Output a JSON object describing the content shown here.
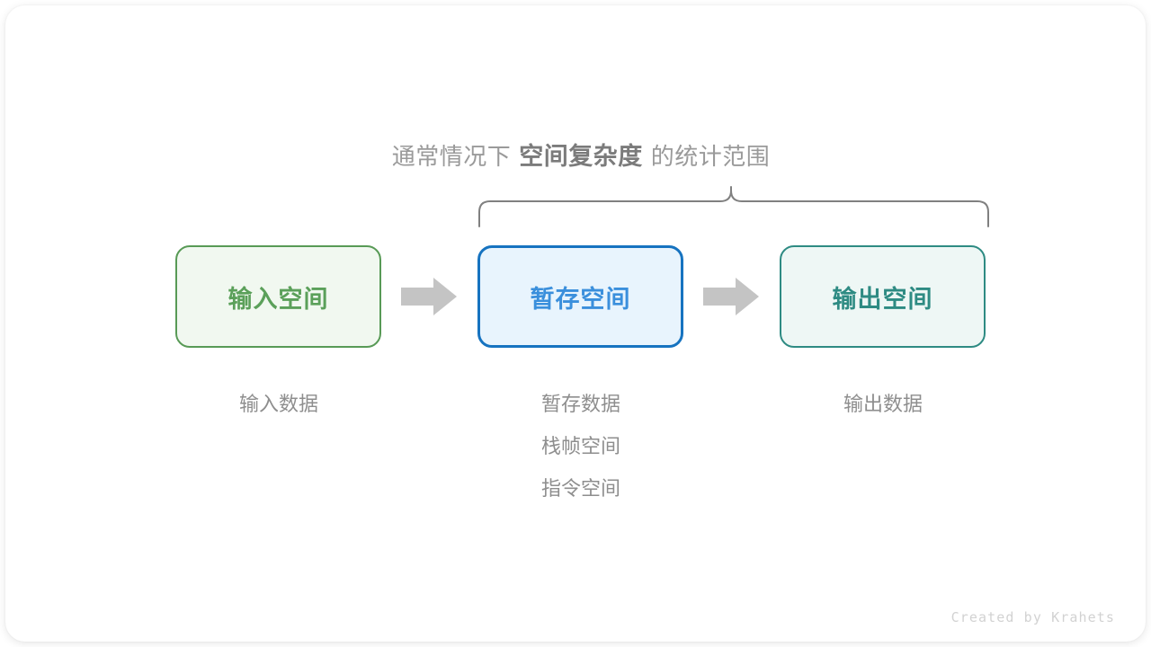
{
  "canvas": {
    "background": "#ffffff",
    "card_background": "#ffffff"
  },
  "heading": {
    "prefix": "通常情况下",
    "emphasis": "空间复杂度",
    "suffix": "的统计范围",
    "color": "#9a9a9a",
    "emphasis_color": "#7b7b7b"
  },
  "brace": {
    "name": "curly-brace-span",
    "color": "#808080",
    "spans_boxes": [
      "暂存空间",
      "输出空间"
    ]
  },
  "boxes": [
    {
      "id": "input",
      "label": "输入空间",
      "border_color": "#589a56",
      "fill_color": "#f1f8f0",
      "text_color": "#5ba05a"
    },
    {
      "id": "temp",
      "label": "暂存空间",
      "border_color": "#1673c0",
      "fill_color": "#e8f4fd",
      "text_color": "#3a8fdc"
    },
    {
      "id": "output",
      "label": "输出空间",
      "border_color": "#2e8b83",
      "fill_color": "#eef7f5",
      "text_color": "#2e8b83"
    }
  ],
  "arrows": [
    {
      "id": "arrow-1",
      "icon": "right-arrow-icon",
      "color": "#c4c4c4"
    },
    {
      "id": "arrow-2",
      "icon": "right-arrow-icon",
      "color": "#c4c4c4"
    }
  ],
  "captions": {
    "input": [
      "输入数据"
    ],
    "temp": [
      "暂存数据",
      "栈帧空间",
      "指令空间"
    ],
    "output": [
      "输出数据"
    ],
    "color": "#8e8e8e"
  },
  "watermark": {
    "text": "Created by Krahets",
    "color": "#d2d2d2"
  }
}
